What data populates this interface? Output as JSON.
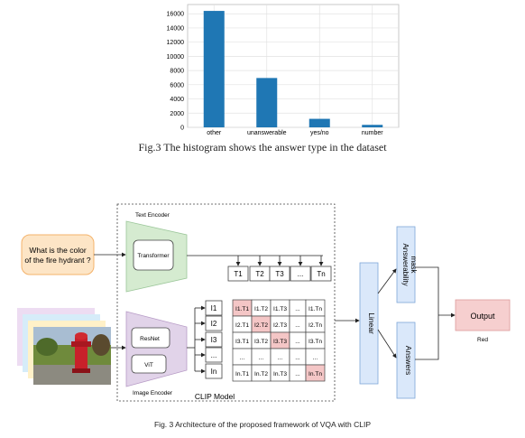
{
  "chart_data": {
    "type": "bar",
    "categories": [
      "other",
      "unanswerable",
      "yes/no",
      "number"
    ],
    "values": [
      16400,
      6950,
      1200,
      350
    ],
    "yticks": [
      0,
      2000,
      4000,
      6000,
      8000,
      10000,
      12000,
      14000,
      16000
    ],
    "ylim": [
      0,
      17300
    ],
    "grid": true,
    "bar_color": "#1f77b4"
  },
  "figure1_caption": "Fig.3 The histogram shows the answer type in the dataset",
  "diagram": {
    "question": [
      "What is the color",
      "of the fire hydrant ?"
    ],
    "text_encoder_label": "Text Encoder",
    "transformer_label": "Transformer",
    "image_encoder_label": "Image Encoder",
    "resnet_label": "ResNet",
    "vit_label": "ViT",
    "clip_model_label": "CLIP Model",
    "text_tokens": [
      "T1",
      "T2",
      "T3",
      "...",
      "Tn"
    ],
    "image_tokens": [
      "I1",
      "I2",
      "I3",
      "...",
      "In"
    ],
    "matrix": [
      [
        "I1.T1",
        "I1.T2",
        "I1.T3",
        "...",
        "I1.Tn"
      ],
      [
        "I2.T1",
        "I2.T2",
        "I2.T3",
        "...",
        "I2.Tn"
      ],
      [
        "I3.T1",
        "I3.T2",
        "I3.T3",
        "...",
        "I3.Tn"
      ],
      [
        "...",
        "...",
        "...",
        "...",
        "..."
      ],
      [
        "In.T1",
        "In.T2",
        "In.T3",
        "...",
        "In.Tn"
      ]
    ],
    "linear_label": "Linear",
    "answerability_label": [
      "Answerability",
      "mask"
    ],
    "answers_label": "Answers",
    "output_label": "Output",
    "output_value": "Red",
    "colors": {
      "question_fill": "#fde5c6",
      "question_stroke": "#f4b36b",
      "text_encoder": "#d5ebd0",
      "image_encoder": "#e1d3e9",
      "blue_box": "#dae8fa",
      "blue_stroke": "#7ea6d8",
      "output_fill": "#f6cfcf",
      "diag_highlight": "#f4c6c6"
    }
  },
  "figure2_caption": "Fig. 3  Architecture of the proposed framework of VQA with CLIP"
}
